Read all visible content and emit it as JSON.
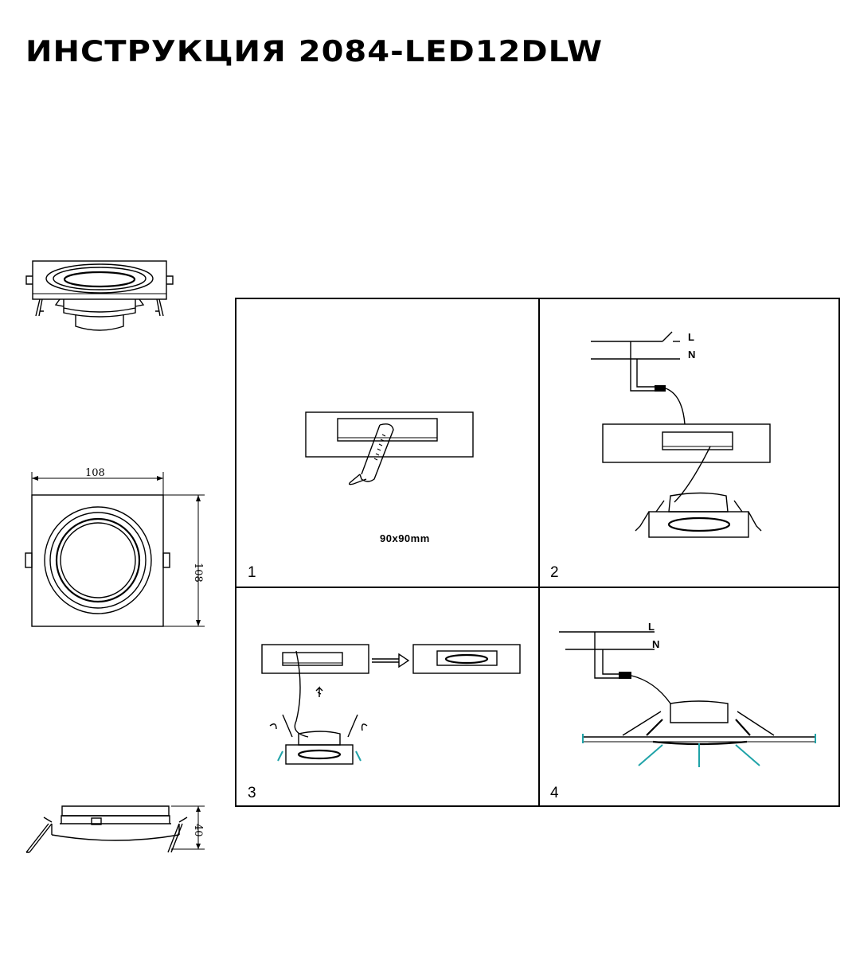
{
  "header": {
    "title": "ИНСТРУКЦИЯ 2084-LED12DLW"
  },
  "dimensions": {
    "width": "108",
    "height": "108",
    "depth": "40"
  },
  "steps": [
    {
      "number": "1",
      "note": "90x90mm"
    },
    {
      "number": "2",
      "live_label": "L",
      "neutral_label": "N"
    },
    {
      "number": "3"
    },
    {
      "number": "4",
      "live_label": "L",
      "neutral_label": "N"
    }
  ]
}
